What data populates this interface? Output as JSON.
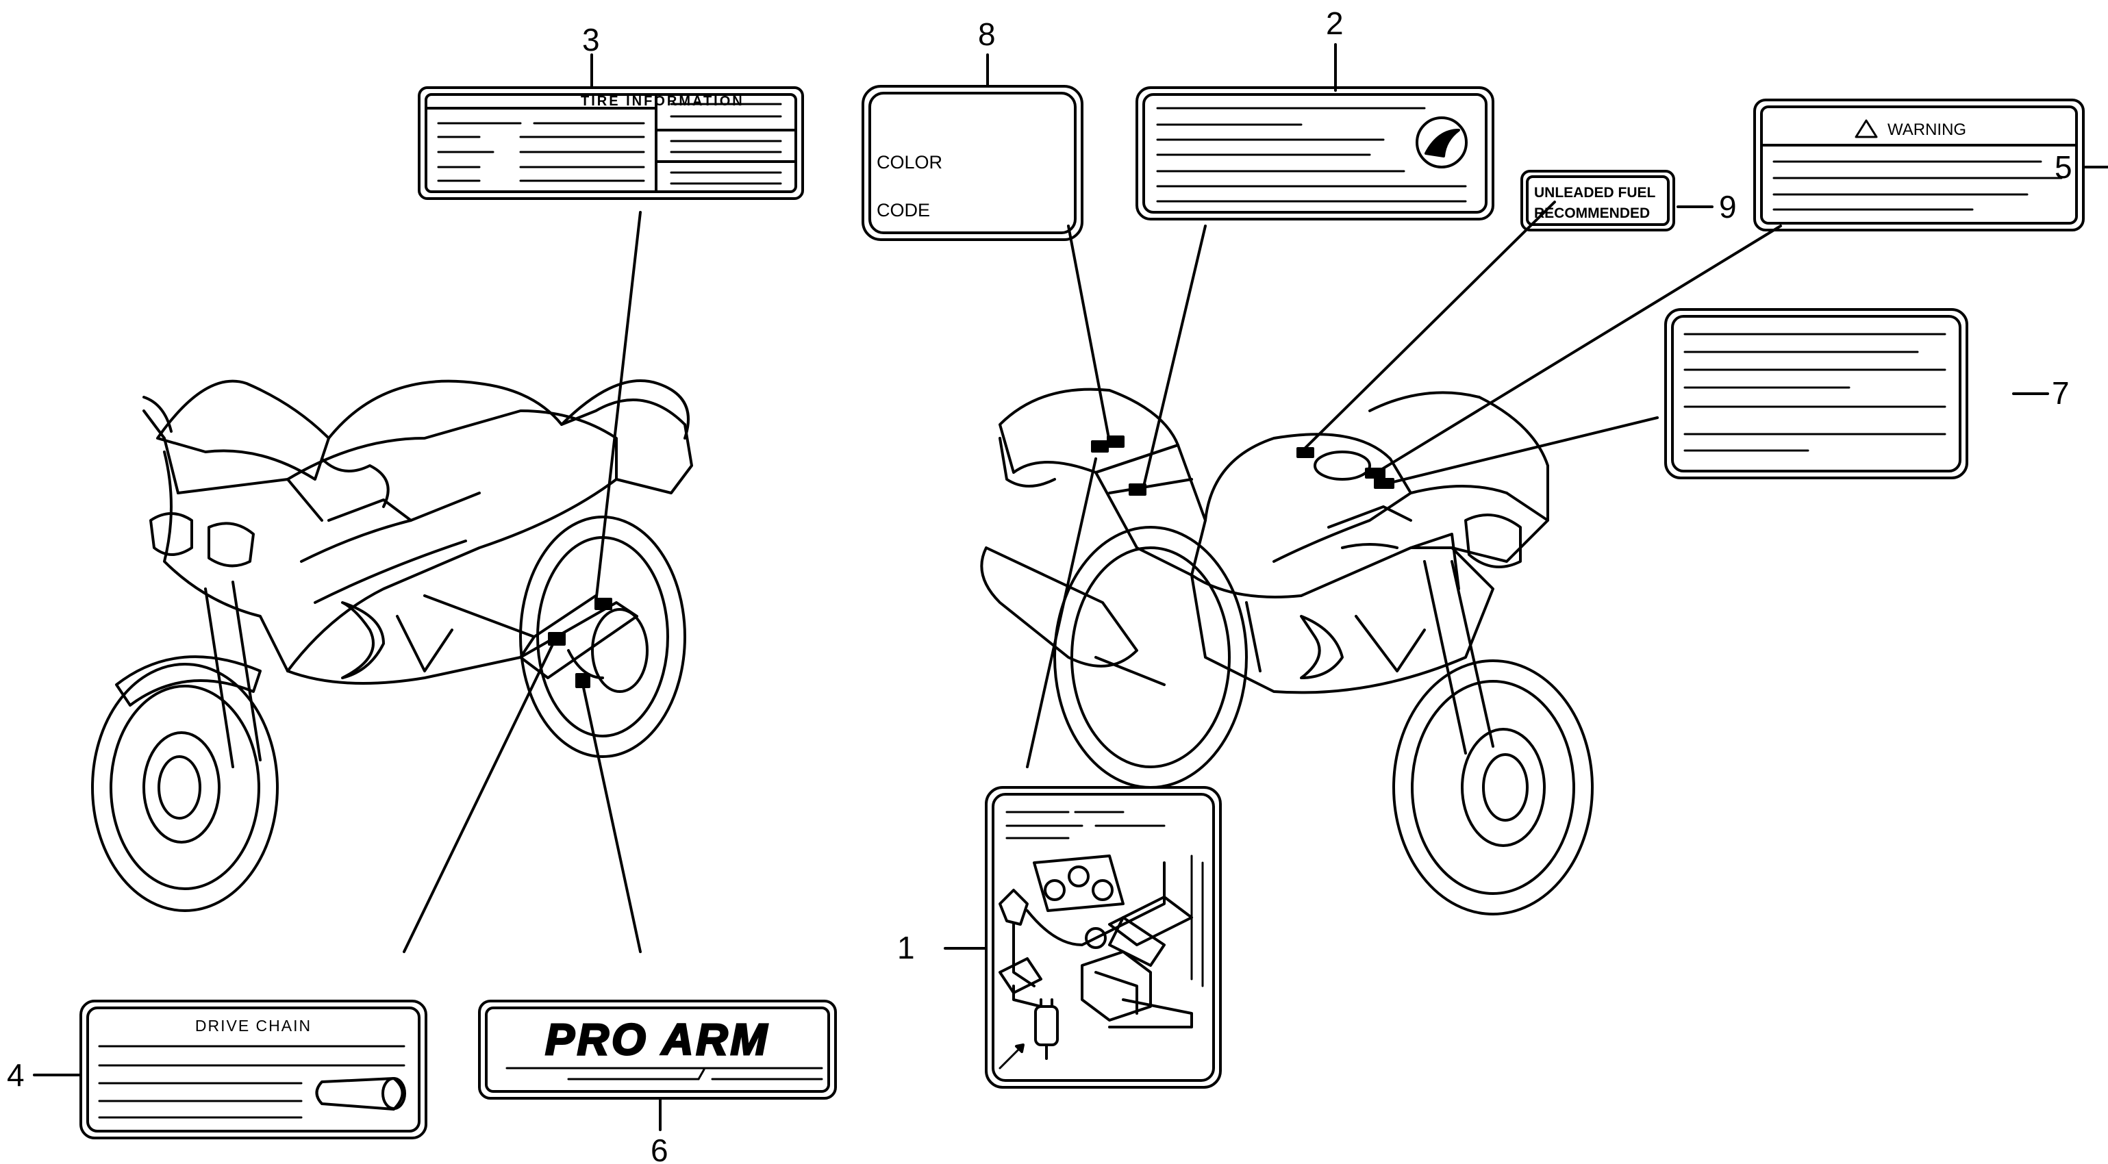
{
  "callouts": {
    "n1": "1",
    "n2": "2",
    "n3": "3",
    "n4": "4",
    "n5": "5",
    "n6": "6",
    "n7": "7",
    "n8": "8",
    "n9": "9"
  },
  "labels": {
    "tire_information": "TIRE INFORMATION",
    "drive_chain": "DRIVE CHAIN",
    "pro_arm": "PRO ARM",
    "color": "COLOR",
    "code": "CODE",
    "warning": "WARNING",
    "unleaded_line1": "UNLEADED FUEL",
    "unleaded_line2": "RECOMMENDED"
  },
  "icons": {
    "warning_triangle": "warning-triangle-icon",
    "honda_wing": "honda-wing-logo"
  },
  "colors": {
    "ink": "#000000",
    "paper": "#ffffff"
  }
}
